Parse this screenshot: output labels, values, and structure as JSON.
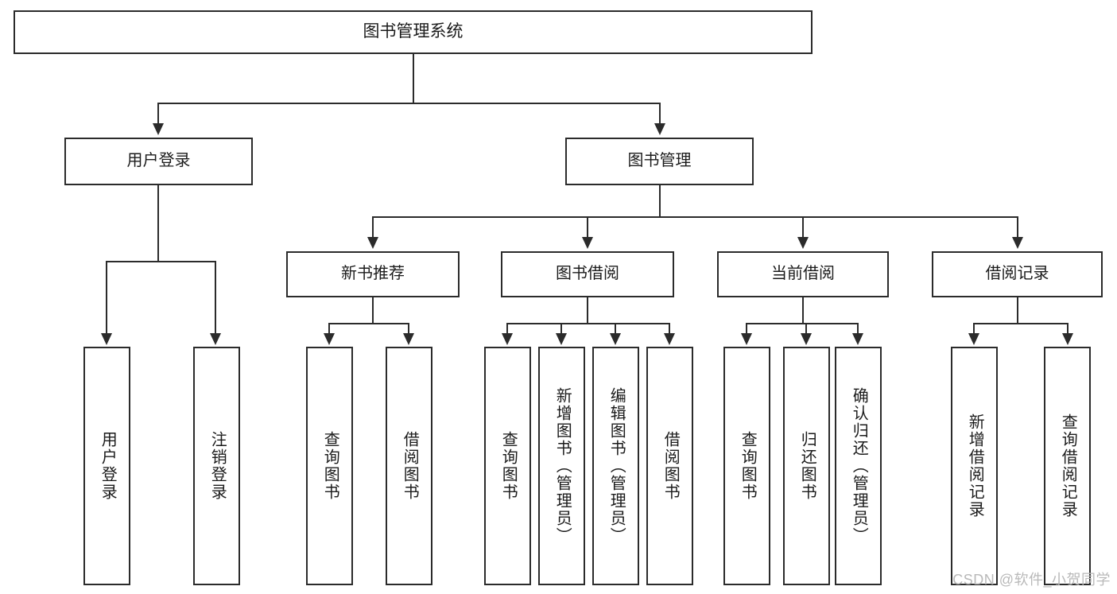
{
  "diagram": {
    "title": "图书管理系统",
    "type": "tree-hierarchy-flowchart",
    "root": {
      "label": "图书管理系统"
    },
    "level2": [
      {
        "label": "用户登录"
      },
      {
        "label": "图书管理"
      }
    ],
    "level3": [
      {
        "label": "新书推荐"
      },
      {
        "label": "图书借阅"
      },
      {
        "label": "当前借阅"
      },
      {
        "label": "借阅记录"
      }
    ],
    "leaves": {
      "user_login": [
        {
          "label": "用户登录"
        },
        {
          "label": "注销登录"
        }
      ],
      "new_book_recommend": [
        {
          "label": "查询图书"
        },
        {
          "label": "借阅图书"
        }
      ],
      "book_borrow": [
        {
          "label": "查询图书"
        },
        {
          "label": "新增图书（管理员）"
        },
        {
          "label": "编辑图书（管理员）"
        },
        {
          "label": "借阅图书"
        }
      ],
      "current_borrow": [
        {
          "label": "查询图书"
        },
        {
          "label": "归还图书"
        },
        {
          "label": "确认归还（管理员）"
        }
      ],
      "borrow_record": [
        {
          "label": "新增借阅记录"
        },
        {
          "label": "查询借阅记录"
        }
      ]
    }
  },
  "watermark": {
    "text": "CSDN @软件_小贺同学"
  },
  "colors": {
    "stroke": "#2b2b2b",
    "background": "#ffffff",
    "text": "#1b1b1b",
    "watermark": "#b9b9b9"
  }
}
